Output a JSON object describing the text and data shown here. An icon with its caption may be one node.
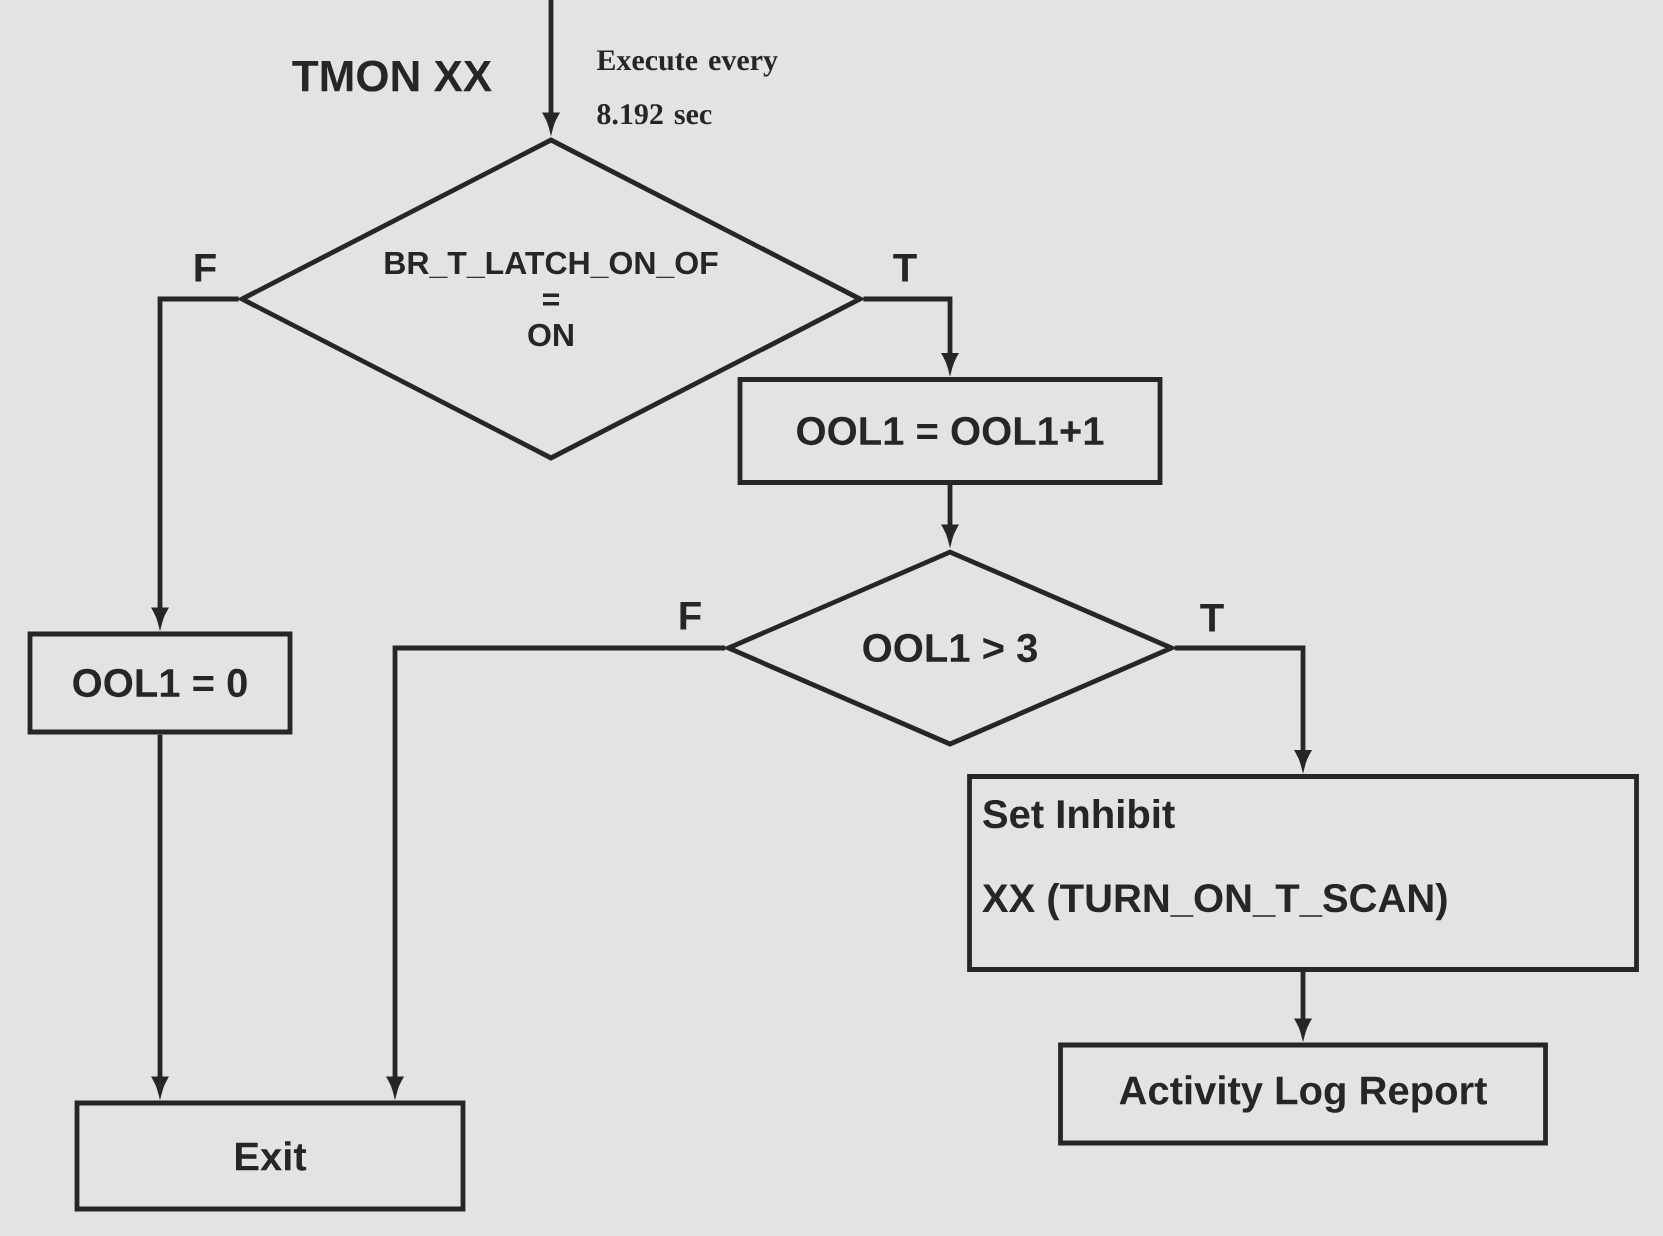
{
  "diagram": {
    "nodes": [
      {
        "text": [
          "BR_T_LATCH_ON_OF = ON"
        ]
      },
      {
        "text": [
          "OOL1 = OOL1+1"
        ]
      },
      {
        "text": [
          "OOL1 > 3"
        ]
      },
      {
        "text": [
          "OOL1 = 0"
        ]
      },
      {
        "text": [
          "Set Inhibit",
          "XX (TURN_ON_T_SCAN)"
        ]
      },
      {
        "text": [
          "Activity Log Report"
        ]
      },
      {
        "text": [
          "Exit"
        ]
      }
    ],
    "edges": [
      {
        "from": null,
        "to": 0,
        "arrow": "to",
        "label": "Execute every 8.192 sec"
      },
      {
        "from": 0,
        "to": 3,
        "arrow": "to",
        "label": "F"
      },
      {
        "from": 0,
        "to": 1,
        "arrow": "to",
        "label": "T"
      },
      {
        "from": 1,
        "to": 2,
        "arrow": "to"
      },
      {
        "from": 2,
        "to": 6,
        "arrow": "to",
        "label": "F"
      },
      {
        "from": 2,
        "to": 4,
        "arrow": "to",
        "label": "T"
      },
      {
        "from": 3,
        "to": 6,
        "arrow": "to"
      },
      {
        "from": 4,
        "to": 5,
        "arrow": "to"
      }
    ],
    "labels": [
      "TMON XX"
    ]
  }
}
